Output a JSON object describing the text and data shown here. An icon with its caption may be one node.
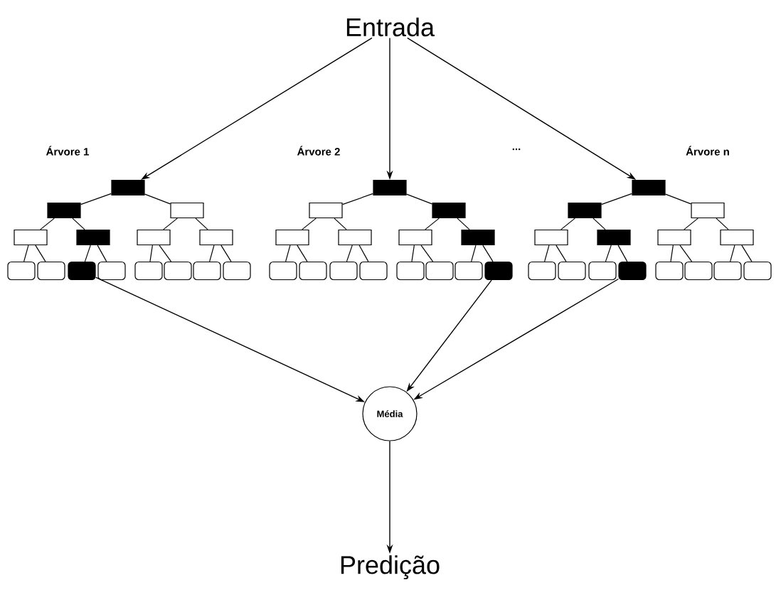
{
  "diagram": {
    "nodes": [
      {
        "text": [
          "Entrada"
        ]
      },
      {
        "text": [],
        "shape": "box"
      },
      {
        "text": [],
        "shape": "box"
      },
      {
        "text": [],
        "shape": "box"
      },
      {
        "text": [],
        "shape": "box"
      },
      {
        "text": [],
        "shape": "box"
      },
      {
        "text": [],
        "shape": "box"
      },
      {
        "text": [],
        "shape": "box"
      },
      {
        "text": [],
        "shape": "box"
      },
      {
        "text": [],
        "shape": "box"
      },
      {
        "text": [],
        "shape": "box"
      },
      {
        "text": [],
        "shape": "box"
      },
      {
        "text": [],
        "shape": "box"
      },
      {
        "text": [],
        "shape": "box"
      },
      {
        "text": [],
        "shape": "box"
      },
      {
        "text": [],
        "shape": "box"
      },
      {
        "text": [],
        "shape": "box"
      },
      {
        "text": [],
        "shape": "box"
      },
      {
        "text": [],
        "shape": "box"
      },
      {
        "text": [],
        "shape": "box"
      },
      {
        "text": [],
        "shape": "box"
      },
      {
        "text": [],
        "shape": "box"
      },
      {
        "text": [],
        "shape": "box"
      },
      {
        "text": [],
        "shape": "box"
      },
      {
        "text": [],
        "shape": "box"
      },
      {
        "text": [],
        "shape": "box"
      },
      {
        "text": [],
        "shape": "box"
      },
      {
        "text": [],
        "shape": "box"
      },
      {
        "text": [],
        "shape": "box"
      },
      {
        "text": [],
        "shape": "box"
      },
      {
        "text": [],
        "shape": "box"
      },
      {
        "text": [],
        "shape": "box"
      },
      {
        "text": [],
        "shape": "box"
      },
      {
        "text": [],
        "shape": "box"
      },
      {
        "text": [],
        "shape": "box"
      },
      {
        "text": [],
        "shape": "box"
      },
      {
        "text": [],
        "shape": "box"
      },
      {
        "text": [],
        "shape": "box"
      },
      {
        "text": [],
        "shape": "box"
      },
      {
        "text": [],
        "shape": "box"
      },
      {
        "text": [],
        "shape": "box"
      },
      {
        "text": [],
        "shape": "box"
      },
      {
        "text": [],
        "shape": "box"
      },
      {
        "text": [],
        "shape": "box"
      },
      {
        "text": [],
        "shape": "box"
      },
      {
        "text": [],
        "shape": "box"
      },
      {
        "text": [
          "Média"
        ]
      },
      {
        "text": [
          "Predição"
        ]
      }
    ],
    "edges": [
      {
        "from": 0,
        "to": 1,
        "arrow": "to"
      },
      {
        "from": 0,
        "to": 16,
        "arrow": "to"
      },
      {
        "from": 0,
        "to": 31,
        "arrow": "to"
      },
      {
        "from": 1,
        "to": 2,
        "arrow": "none"
      },
      {
        "from": 1,
        "to": 3,
        "arrow": "none"
      },
      {
        "from": 2,
        "to": 4,
        "arrow": "none"
      },
      {
        "from": 2,
        "to": 5,
        "arrow": "none"
      },
      {
        "from": 3,
        "to": 6,
        "arrow": "none"
      },
      {
        "from": 3,
        "to": 7,
        "arrow": "none"
      },
      {
        "from": 4,
        "to": 8,
        "arrow": "none"
      },
      {
        "from": 4,
        "to": 9,
        "arrow": "none"
      },
      {
        "from": 5,
        "to": 10,
        "arrow": "none"
      },
      {
        "from": 5,
        "to": 11,
        "arrow": "none"
      },
      {
        "from": 6,
        "to": 12,
        "arrow": "none"
      },
      {
        "from": 6,
        "to": 13,
        "arrow": "none"
      },
      {
        "from": 7,
        "to": 14,
        "arrow": "none"
      },
      {
        "from": 7,
        "to": 15,
        "arrow": "none"
      },
      {
        "from": 16,
        "to": 17,
        "arrow": "none"
      },
      {
        "from": 16,
        "to": 18,
        "arrow": "none"
      },
      {
        "from": 17,
        "to": 19,
        "arrow": "none"
      },
      {
        "from": 17,
        "to": 20,
        "arrow": "none"
      },
      {
        "from": 18,
        "to": 21,
        "arrow": "none"
      },
      {
        "from": 18,
        "to": 22,
        "arrow": "none"
      },
      {
        "from": 19,
        "to": 23,
        "arrow": "none"
      },
      {
        "from": 19,
        "to": 24,
        "arrow": "none"
      },
      {
        "from": 20,
        "to": 25,
        "arrow": "none"
      },
      {
        "from": 20,
        "to": 26,
        "arrow": "none"
      },
      {
        "from": 21,
        "to": 27,
        "arrow": "none"
      },
      {
        "from": 21,
        "to": 28,
        "arrow": "none"
      },
      {
        "from": 22,
        "to": 29,
        "arrow": "none"
      },
      {
        "from": 22,
        "to": 30,
        "arrow": "none"
      },
      {
        "from": 31,
        "to": 32,
        "arrow": "none"
      },
      {
        "from": 31,
        "to": 33,
        "arrow": "none"
      },
      {
        "from": 32,
        "to": 34,
        "arrow": "none"
      },
      {
        "from": 32,
        "to": 35,
        "arrow": "none"
      },
      {
        "from": 33,
        "to": 36,
        "arrow": "none"
      },
      {
        "from": 33,
        "to": 37,
        "arrow": "none"
      },
      {
        "from": 34,
        "to": 38,
        "arrow": "none"
      },
      {
        "from": 34,
        "to": 39,
        "arrow": "none"
      },
      {
        "from": 35,
        "to": 40,
        "arrow": "none"
      },
      {
        "from": 35,
        "to": 41,
        "arrow": "none"
      },
      {
        "from": 36,
        "to": 42,
        "arrow": "none"
      },
      {
        "from": 36,
        "to": 43,
        "arrow": "none"
      },
      {
        "from": 37,
        "to": 44,
        "arrow": "none"
      },
      {
        "from": 37,
        "to": 45,
        "arrow": "none"
      },
      {
        "from": 10,
        "to": 46,
        "arrow": "to"
      },
      {
        "from": 30,
        "to": 46,
        "arrow": "to"
      },
      {
        "from": 41,
        "to": 46,
        "arrow": "to"
      },
      {
        "from": 46,
        "to": 47,
        "arrow": "to"
      }
    ],
    "labels": [
      "Árvore 1",
      "Árvore 2",
      "...",
      "Árvore n"
    ]
  }
}
